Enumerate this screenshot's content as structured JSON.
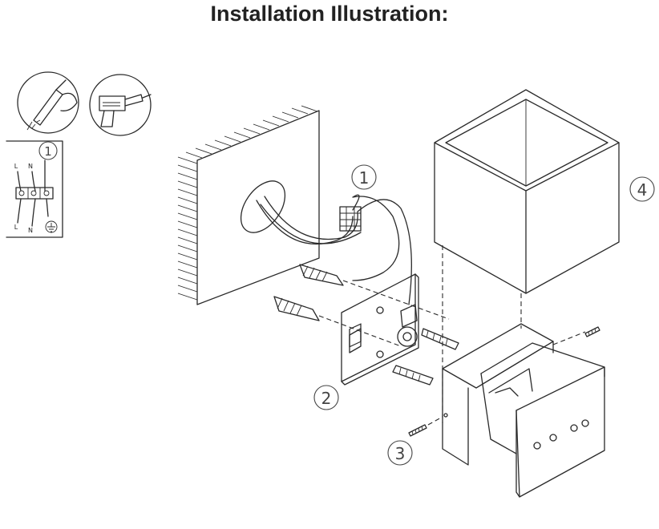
{
  "title": "Installation Illustration:",
  "callouts": {
    "wiring": "1",
    "mounting_plate": "2",
    "screw": "3",
    "shade": "4"
  },
  "wiring_inset": {
    "callout": "1",
    "top_labels": [
      "L",
      "N"
    ],
    "bottom_labels": [
      "L",
      "N"
    ]
  },
  "icons": [
    "screwdriver-tester-icon",
    "drill-icon",
    "earth-ground-icon"
  ]
}
